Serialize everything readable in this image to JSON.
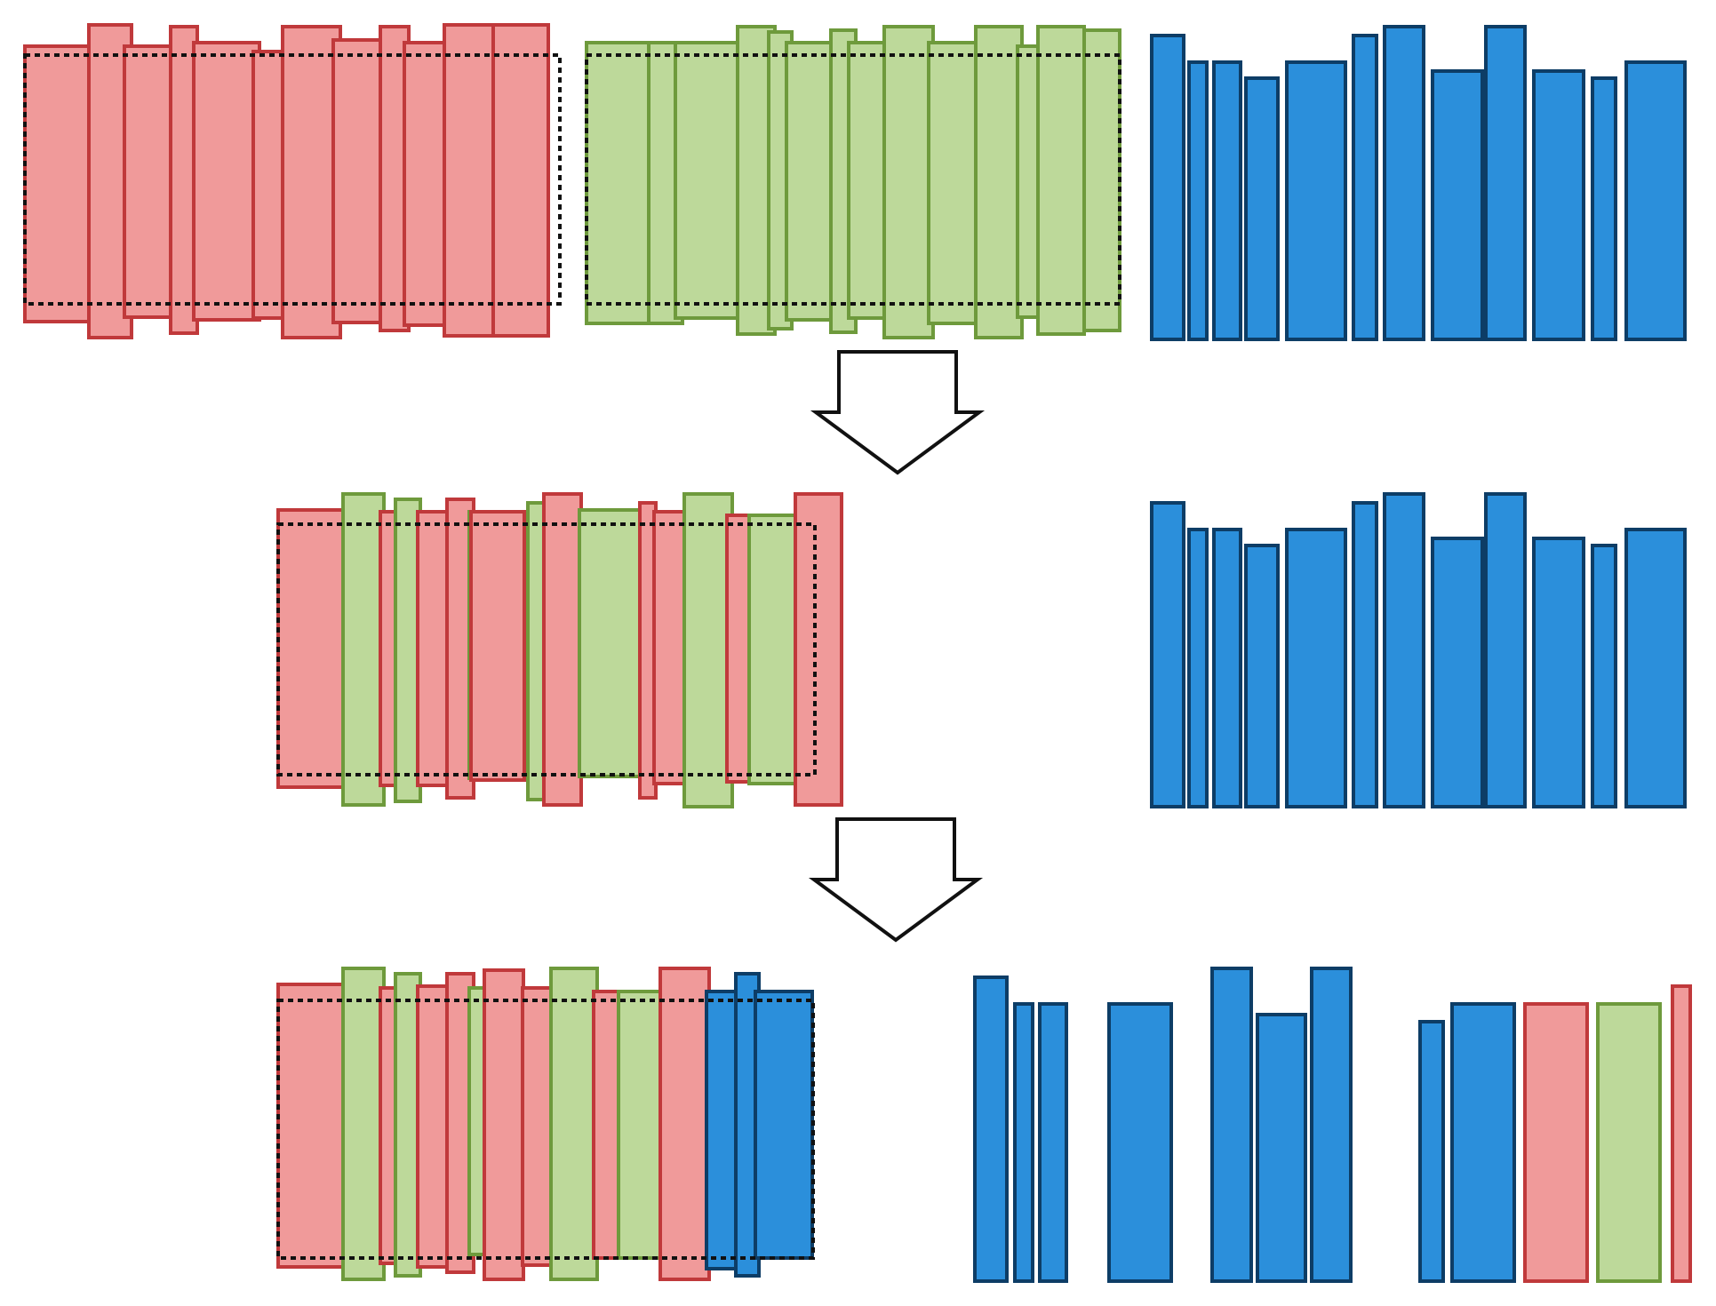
{
  "colors": {
    "red_fill": "#f09a9a",
    "red_stroke": "#c0393b",
    "green_fill": "#bdd99a",
    "green_stroke": "#6e9a3c",
    "blue_fill": "#2b8fdb",
    "blue_stroke": "#0d3d66",
    "frame_stroke": "#111111",
    "arrow_fill": "#ffffff",
    "arrow_stroke": "#111111"
  },
  "groups": [
    {
      "id": "red-bars-top",
      "color": "red",
      "framed": true,
      "row": "top"
    },
    {
      "id": "green-bars-top",
      "color": "green",
      "framed": true,
      "row": "top"
    },
    {
      "id": "blue-bars-top",
      "color": "blue",
      "framed": false,
      "row": "top"
    },
    {
      "id": "merged-red-green",
      "color": "mixed",
      "framed": true,
      "row": "middle"
    },
    {
      "id": "blue-bars-middle",
      "color": "blue",
      "framed": false,
      "row": "middle"
    },
    {
      "id": "merged-all",
      "color": "mixed",
      "framed": true,
      "row": "bottom"
    },
    {
      "id": "remaining-blue-bars",
      "color": "blue",
      "framed": false,
      "row": "bottom"
    },
    {
      "id": "leftover-bars",
      "color": "mixed",
      "framed": false,
      "row": "bottom"
    }
  ],
  "arrows": [
    {
      "id": "arrow-top-to-middle",
      "direction": "down"
    },
    {
      "id": "arrow-middle-to-bottom",
      "direction": "down"
    }
  ]
}
